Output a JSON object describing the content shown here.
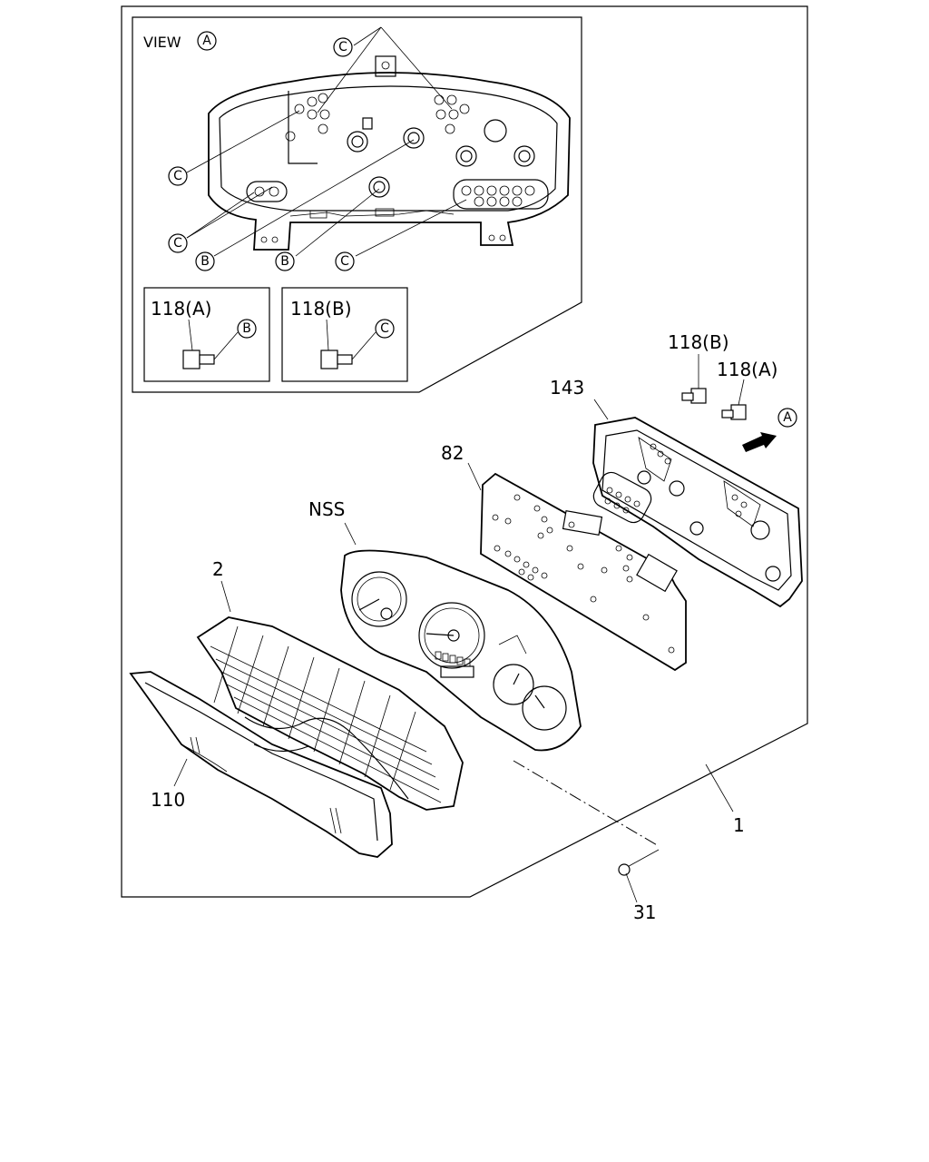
{
  "view": {
    "title": "VIEW",
    "marker": "A"
  },
  "insets": [
    {
      "label": "118(A)",
      "ref": "B"
    },
    {
      "label": "118(B)",
      "ref": "C"
    }
  ],
  "callouts": {
    "c_top": "C",
    "c_left1": "C",
    "c_left2": "C",
    "b_left": "B",
    "b_mid": "B",
    "c_bottom": "C",
    "a_arrow": "A"
  },
  "parts": {
    "p118b": "118(B)",
    "p118a": "118(A)",
    "p143": "143",
    "p82": "82",
    "pnss": "NSS",
    "p2": "2",
    "p110": "110",
    "p1": "1",
    "p31": "31"
  }
}
